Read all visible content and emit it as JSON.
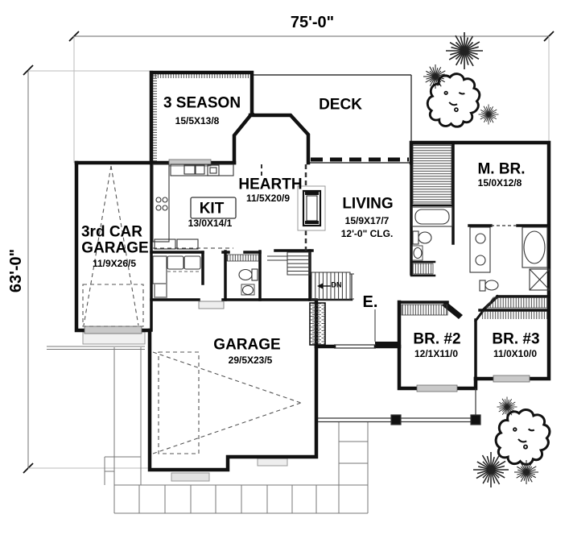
{
  "dimensions": {
    "width_label": "75'-0\"",
    "height_label": "63'-0\""
  },
  "rooms": {
    "three_season": {
      "name": "3 SEASON",
      "size": "15/5X13/8"
    },
    "deck": {
      "name": "DECK"
    },
    "hearth": {
      "name": "HEARTH",
      "size": "11/5X20/9"
    },
    "kitchen": {
      "name": "KIT",
      "size": "13/0X14/1"
    },
    "living": {
      "name": "LIVING",
      "size": "15/9X17/7",
      "ceiling": "12'-0\" CLG."
    },
    "master_bedroom": {
      "name": "M. BR.",
      "size": "15/0X12/8"
    },
    "third_car_garage": {
      "line1": "3rd CAR",
      "line2": "GARAGE",
      "size": "11/9X26/5"
    },
    "garage": {
      "name": "GARAGE",
      "size": "29/5X23/5"
    },
    "bedroom2": {
      "name": "BR. #2",
      "size": "12/1X11/0"
    },
    "bedroom3": {
      "name": "BR. #3",
      "size": "11/0X10/0"
    },
    "entry": {
      "name": "E."
    }
  },
  "stairs": {
    "down_label": "DN"
  },
  "colors": {
    "wall": "#111111",
    "thin_line": "#333333",
    "window_fill": "#c9c9c9",
    "dimension_line": "#9b9b9b",
    "paper": "#ffffff"
  }
}
